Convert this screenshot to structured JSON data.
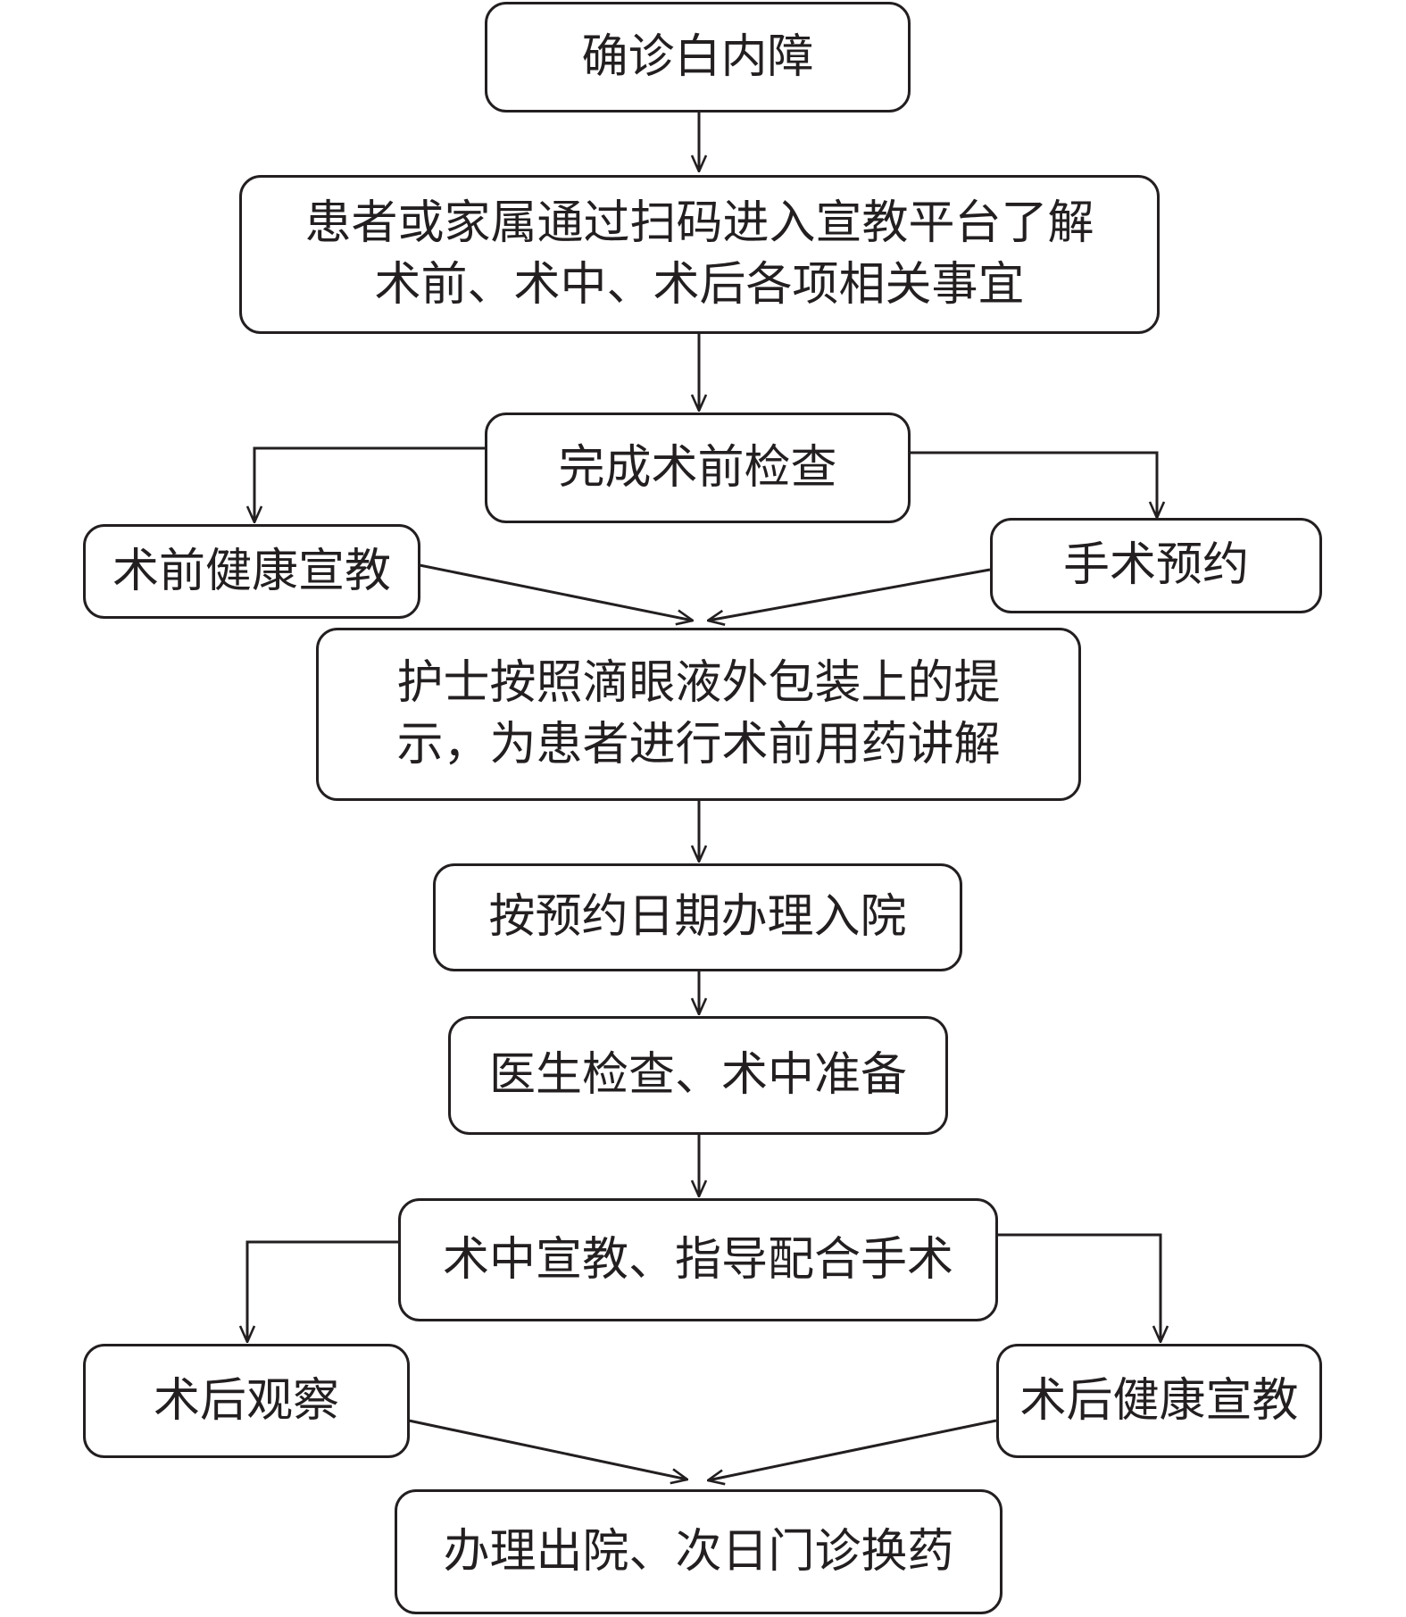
{
  "colors": {
    "stroke": "#231f20",
    "background": "#ffffff"
  },
  "nodes": {
    "confirm": "确诊白内障",
    "scan": "患者或家属通过扫码进入宣教平台了解\n术前、术中、术后各项相关事宜",
    "preop_check": "完成术前检查",
    "preop_edu": "术前健康宣教",
    "booking": "手术预约",
    "nurse_explain": "护士按照滴眼液外包装上的提\n示，为患者进行术前用药讲解",
    "admission": "按预约日期办理入院",
    "doctor_check": "医生检查、术中准备",
    "intraop_edu": "术中宣教、指导配合手术",
    "postop_observe": "术后观察",
    "postop_edu": "术后健康宣教",
    "discharge": "办理出院、次日门诊换药"
  },
  "edges": [
    [
      "confirm",
      "scan"
    ],
    [
      "scan",
      "preop_check"
    ],
    [
      "preop_check",
      "preop_edu"
    ],
    [
      "preop_check",
      "booking"
    ],
    [
      "preop_edu",
      "nurse_explain"
    ],
    [
      "booking",
      "nurse_explain"
    ],
    [
      "nurse_explain",
      "admission"
    ],
    [
      "admission",
      "doctor_check"
    ],
    [
      "doctor_check",
      "intraop_edu"
    ],
    [
      "intraop_edu",
      "postop_observe"
    ],
    [
      "intraop_edu",
      "postop_edu"
    ],
    [
      "postop_observe",
      "discharge"
    ],
    [
      "postop_edu",
      "discharge"
    ]
  ]
}
